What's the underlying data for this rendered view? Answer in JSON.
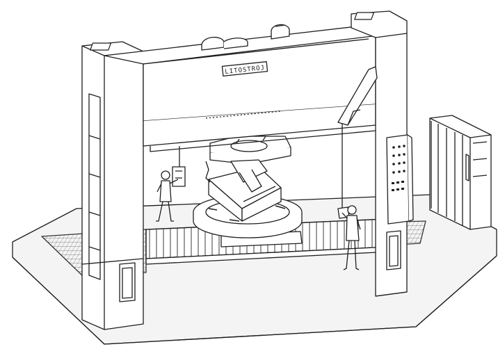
{
  "brand": {
    "plate_text": "LITOSTROJ"
  },
  "colors": {
    "line": "#1e1e1e",
    "floor_fill": "#f4f4f4",
    "paper": "#ffffff"
  },
  "icons": {
    "figure_left": "worker-figure",
    "figure_right": "worker-figure",
    "control_panel": "control-panel",
    "cabinet": "electrical-cabinet"
  }
}
